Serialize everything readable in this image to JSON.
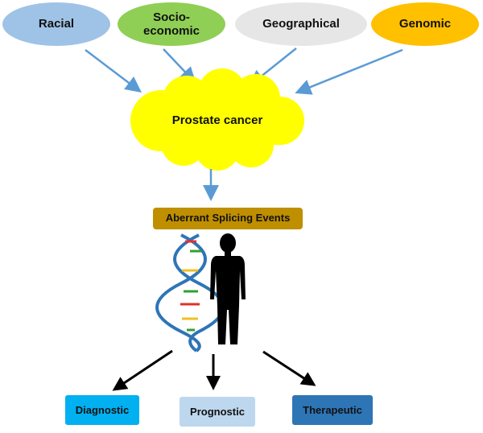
{
  "factors": [
    {
      "label": "Racial",
      "color": "#9fc3e6"
    },
    {
      "label": "Socio-\neconomic",
      "color": "#8fcf55"
    },
    {
      "label": "Geographical",
      "color": "#e6e6e6"
    },
    {
      "label": "Genomic",
      "color": "#ffc000"
    }
  ],
  "center": {
    "label": "Prostate cancer",
    "color": "#ffff00"
  },
  "process": {
    "label": "Aberrant Splicing Events",
    "color": "#bf8f00"
  },
  "outcomes": [
    {
      "label": "Diagnostic",
      "color": "#00b0f0"
    },
    {
      "label": "Prognostic",
      "color": "#bdd7ee"
    },
    {
      "label": "Therapeutic",
      "color": "#2e75b6"
    }
  ],
  "arrow_color": "#5b9bd5"
}
